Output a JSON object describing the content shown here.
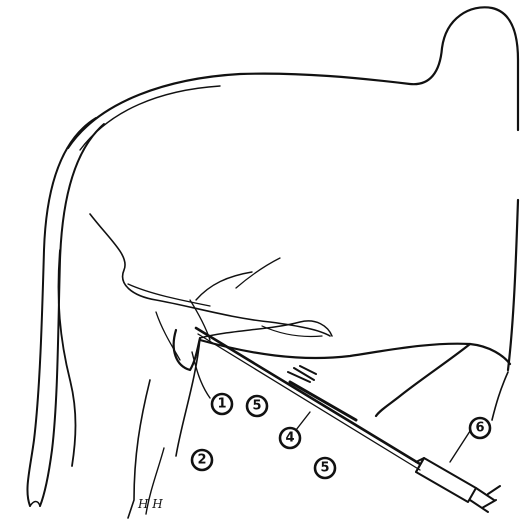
{
  "figure": {
    "callouts": [
      {
        "id": "c1",
        "label": "1"
      },
      {
        "id": "c2",
        "label": "2"
      },
      {
        "id": "c3",
        "label": "4"
      },
      {
        "id": "c4",
        "label": "5"
      },
      {
        "id": "c5",
        "label": "5"
      },
      {
        "id": "c6",
        "label": "6"
      }
    ],
    "signature": "H H",
    "colors": {
      "ink": "#111111",
      "paper": "#ffffff"
    }
  }
}
